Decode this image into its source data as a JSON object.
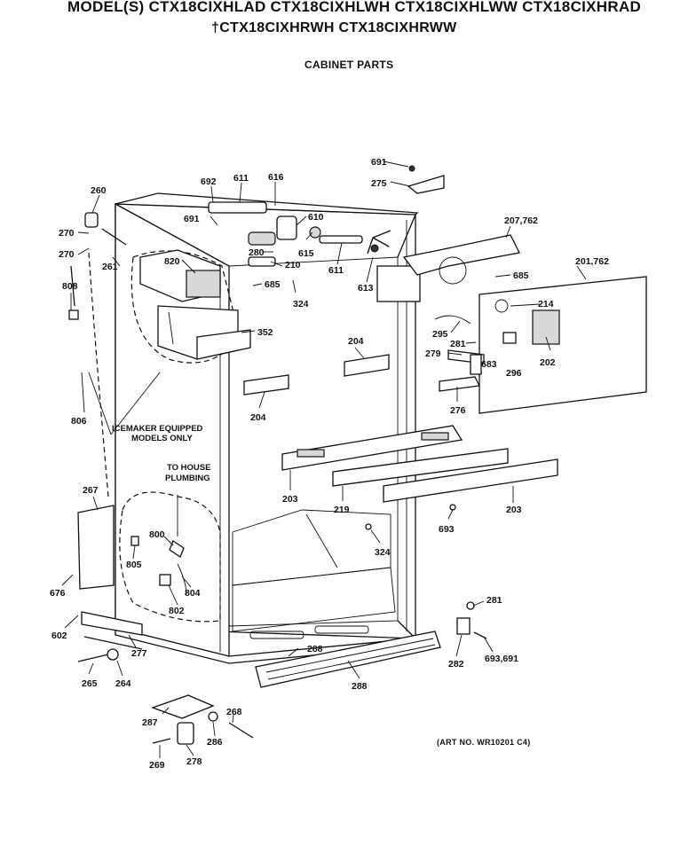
{
  "header": {
    "models_line1": "MODEL(S) CTX18CIXHLAD  CTX18CIXHLWH  CTX18CIXHLWW  CTX18CIXHRAD",
    "models_line2": "†CTX18CIXHRWH  CTX18CIXHRWW",
    "subtitle": "CABINET PARTS"
  },
  "footer": {
    "art_no": "(ART NO. WR10201 C4)"
  },
  "notes": {
    "icemaker_line1": "ICEMAKER EQUIPPED",
    "icemaker_line2": "MODELS ONLY",
    "plumbing_line1": "TO HOUSE",
    "plumbing_line2": "PLUMBING"
  },
  "callouts": [
    "260",
    "270",
    "270",
    "261",
    "808",
    "806",
    "692",
    "611",
    "616",
    "691",
    "610",
    "280",
    "615",
    "210",
    "820",
    "685",
    "324",
    "352",
    "691",
    "275",
    "207,762",
    "611",
    "613",
    "685",
    "201,762",
    "214",
    "295",
    "281",
    "279",
    "683",
    "296",
    "202",
    "276",
    "204",
    "204",
    "203",
    "219",
    "203",
    "693",
    "324",
    "267",
    "800",
    "805",
    "804",
    "802",
    "676",
    "602",
    "277",
    "265",
    "264",
    "288",
    "288",
    "281",
    "282",
    "693,691",
    "287",
    "268",
    "286",
    "269",
    "278"
  ]
}
